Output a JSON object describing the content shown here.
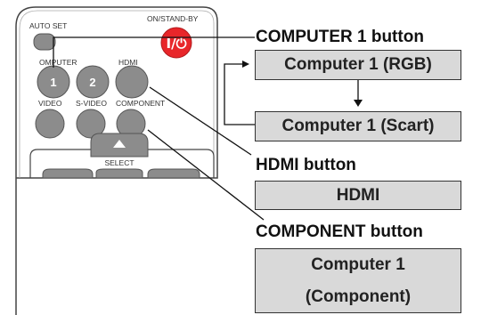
{
  "remote": {
    "labels": {
      "auto_set": "AUTO SET",
      "on_standby": "ON/STAND-BY",
      "computer": "OMPUTER",
      "hdmi": "HDMI",
      "video": "VIDEO",
      "s_video": "S-VIDEO",
      "component": "COMPONENT",
      "select": "SELECT"
    },
    "button_numbers": {
      "one": "1",
      "two": "2"
    },
    "power_symbol": "I/⏻"
  },
  "callouts": {
    "computer1_button": "COMPUTER 1 button",
    "hdmi_button": "HDMI button",
    "component_button": "COMPONENT button"
  },
  "boxes": {
    "computer1_rgb": "Computer 1 (RGB)",
    "computer1_scart": "Computer 1 (Scart)",
    "hdmi": "HDMI",
    "computer1_component_line1": "Computer 1",
    "computer1_component_line2": "(Component)"
  },
  "colors": {
    "box_fill": "#d9d9d9",
    "power_button": "#e8262a",
    "button_fill": "#8c8c8c"
  }
}
